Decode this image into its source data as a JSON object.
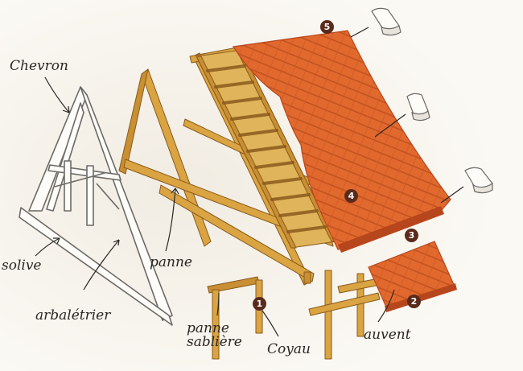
{
  "labels": {
    "chevron": "Chevron",
    "solive": "solive",
    "arbaletrier": "arbalétrier",
    "panne": "panne",
    "panne_sabliere_line1": "panne",
    "panne_sabliere_line2": "sablière",
    "coyau": "Coyau",
    "auvent": "auvent"
  },
  "markers": [
    "1",
    "2",
    "3",
    "4",
    "5"
  ],
  "colors": {
    "wood": "#d9a441",
    "wood_dark": "#8a5a1c",
    "tile": "#e2692e",
    "tile_dark": "#b8461c",
    "marker": "#5a2a1c",
    "ink": "#2a2623"
  },
  "icons": [
    "tile-icon",
    "tile-icon",
    "tile-icon"
  ]
}
